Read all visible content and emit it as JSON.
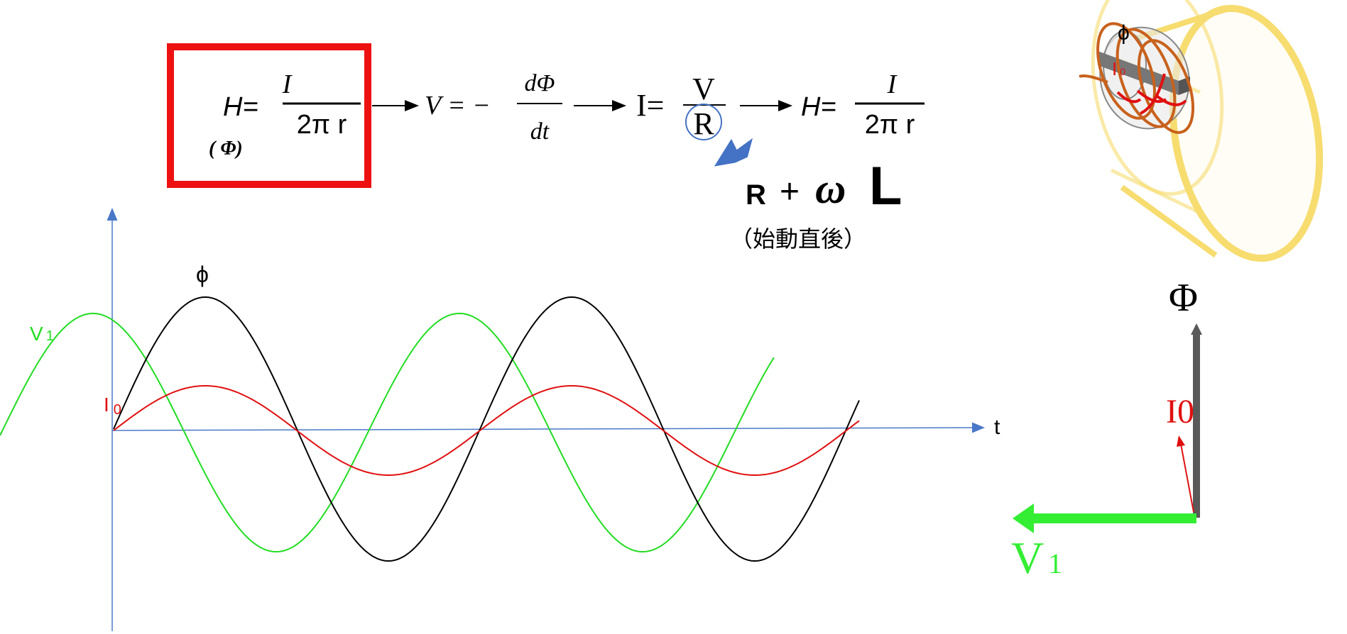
{
  "formula": {
    "h_lhs": "H=",
    "numerator_I": "I",
    "denominator_2pir": "2π r",
    "phi_paren": "( Φ)",
    "v_lhs": "V = −",
    "v_num": "dΦ",
    "v_den": "dt",
    "i_lhs": "I=",
    "i_num": "V",
    "i_den": "R",
    "replacement_R": "R",
    "replacement_plus": "+",
    "replacement_omega": "ω",
    "replacement_L": "L",
    "note": "（始動直後）"
  },
  "waveform": {
    "t_label": "t",
    "phi_label": "ϕ",
    "v1_label_main": "V",
    "v1_label_sub": "1",
    "i0_label_main": "I",
    "i0_label_sub": "0"
  },
  "coil": {
    "phi_label": "ϕ",
    "i0_label_main": "I",
    "i0_label_sub": "0"
  },
  "phasor": {
    "phi_label": "Φ",
    "i0_label": "I0",
    "v1_label_main": "V",
    "v1_label_sub": "1"
  },
  "colors": {
    "phi": "#000000",
    "v1": "#22dd22",
    "i0": "#e01010",
    "axis": "#4a78c8",
    "frame": "#ee1111",
    "pointer": "#4472c4",
    "coil": "#c8611c",
    "yoke": "#f7dc6f"
  }
}
